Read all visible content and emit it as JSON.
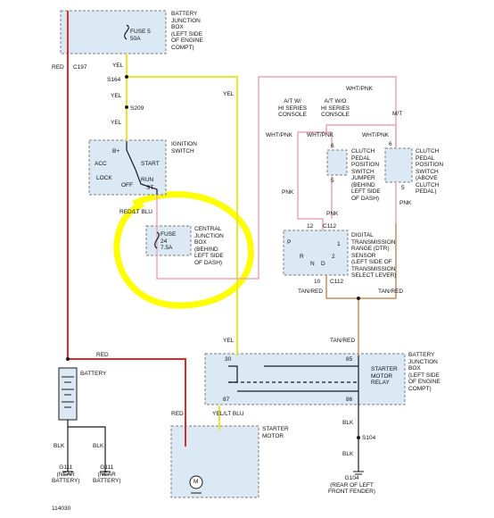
{
  "figure_id": "114030",
  "battery_junction_box": {
    "title": "BATTERY\nJUNCTION\nBOX\n(LEFT SIDE\nOF ENGINE\nCOMPT)",
    "fuse": "FUSE 5\n50A"
  },
  "ignition_switch": {
    "title": "IGNITION\nSWITCH",
    "b_plus": "B+",
    "acc": "ACC",
    "lock": "LOCK",
    "off": "OFF",
    "run": "RUN",
    "start": "START",
    "st": "ST"
  },
  "central_junction_box": {
    "title": "CENTRAL\nJUNCTION\nBOX\n(BEHIND\nLEFT SIDE\nOF DASH)",
    "fuse": "FUSE\n24\n7.5A"
  },
  "dtr_sensor": {
    "title": "DIGITAL\nTRANSMISSION\nRANGE (DTR)\nSENSOR\n(LEFT SIDE OF\nTRANSMISSION\nSELECT LEVER)",
    "p": "P",
    "r": "R",
    "n": "N",
    "d": "D",
    "n1": "1",
    "n2": "2",
    "pin12": "12",
    "pin10": "10"
  },
  "clutch_jumper": {
    "title": "CLUTCH\nPEDAL\nPOSITION\nSWITCH\nJUMPER\n(BEHIND\nLEFT SIDE\nOF DASH)",
    "pin6": "6",
    "pin5": "5"
  },
  "clutch_switch": {
    "title": "CLUTCH\nPEDAL\nPOSITION\nSWITCH\n(ABOVE\nCLUTCH\nPEDAL)",
    "pin6": "6",
    "pin5": "5"
  },
  "battery": {
    "title": "BATTERY"
  },
  "starter_relay": {
    "title": "STARTER\nMOTOR\nRELAY",
    "pin30": "30",
    "pin85": "85",
    "pin87": "87",
    "pin86": "86"
  },
  "bjb_right": {
    "title": "BATTERY\nJUNCTION\nBOX\n(LEFT SIDE\nOF ENGINE\nCOMPT)"
  },
  "starter_motor": {
    "title": "STARTER\nMOTOR",
    "m": "M"
  },
  "wires": {
    "red": "RED",
    "yel": "YEL",
    "red_lt_blu": "RED/LT BLU",
    "wht_pnk": "WHT/PNK",
    "pnk": "PNK",
    "tan_red": "TAN/RED",
    "yel_lt_blu": "YEL/LT BLU",
    "blk": "BLK"
  },
  "splices": {
    "c197": "C197",
    "s164": "S164",
    "s209": "S209",
    "c112": "C112",
    "s104": "S104"
  },
  "option_labels": {
    "at_hi": "A/T W/\nHI SERIES\nCONSOLE",
    "at_wo": "A/T W/O\nHI SERIES\nCONSOLE",
    "mt": "M/T"
  },
  "grounds": {
    "g111a": "G111\n(NEAR\nBATTERY)",
    "g111b": "G111\n(NEAR\nBATTERY)",
    "g104": "G104\n(REAR OF LEFT\nFRONT FENDER)"
  },
  "colors": {
    "red": "#d92b2b",
    "yellow": "#e8e832",
    "pink": "#e9a9b6",
    "tan": "#c98c5a",
    "black": "#1a1a1a",
    "highlight": "#ffff00",
    "box_fill": "#dbe9f4"
  }
}
